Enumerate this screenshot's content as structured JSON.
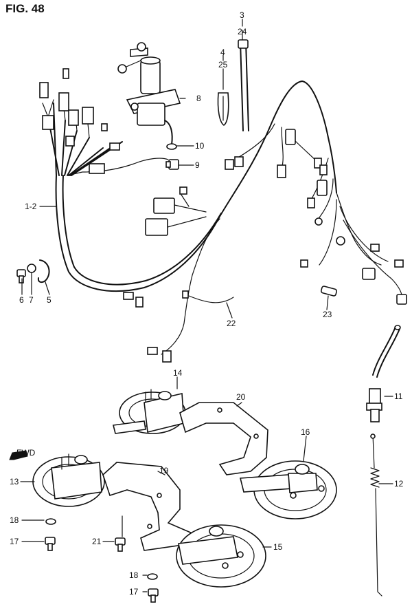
{
  "figure": {
    "title": "FIG. 48"
  },
  "labels": {
    "p1_2": "1-2",
    "p3": "3",
    "p4": "4",
    "p5": "5",
    "p6": "6",
    "p7": "7",
    "p8": "8",
    "p9": "9",
    "p10": "10",
    "p11": "11",
    "p12": "12",
    "p13": "13",
    "p14": "14",
    "p15": "15",
    "p16": "16",
    "p17a": "17",
    "p17b": "17",
    "p18a": "18",
    "p18b": "18",
    "p19": "19",
    "p20": "20",
    "p21": "21",
    "p22": "22",
    "p23": "23",
    "p24": "24",
    "p25": "25"
  },
  "fwd_marker": "FWD"
}
